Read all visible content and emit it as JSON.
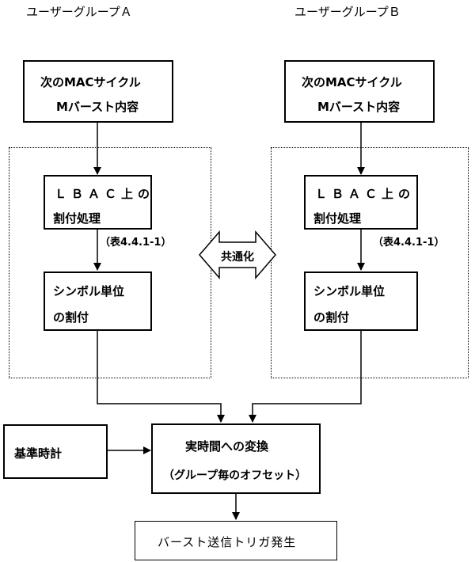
{
  "groups": {
    "a": {
      "header": "ユーザーグループＡ",
      "mac_line1": "次のMACサイクル",
      "mac_line2": "Mバースト内容",
      "lbac_line1": "ＬＢＡＣ上の",
      "lbac_line2": "割付処理",
      "table_ref": "（表4.4.1-1）",
      "symbol_line1": "シンボル単位",
      "symbol_line2": "の割付"
    },
    "b": {
      "header": "ユーザーグループＢ",
      "mac_line1": "次のMACサイクル",
      "mac_line2": "Mバースト内容",
      "lbac_line1": "ＬＢＡＣ上の",
      "lbac_line2": "割付処理",
      "table_ref": "（表4.4.1-1）",
      "symbol_line1": "シンボル単位",
      "symbol_line2": "の割付"
    }
  },
  "common": "共通化",
  "reference_clock": "基準時計",
  "convert_line1": "実時間への変換",
  "convert_line2": "（グループ毎のオフセット）",
  "trigger": "バースト送信トリガ発生"
}
